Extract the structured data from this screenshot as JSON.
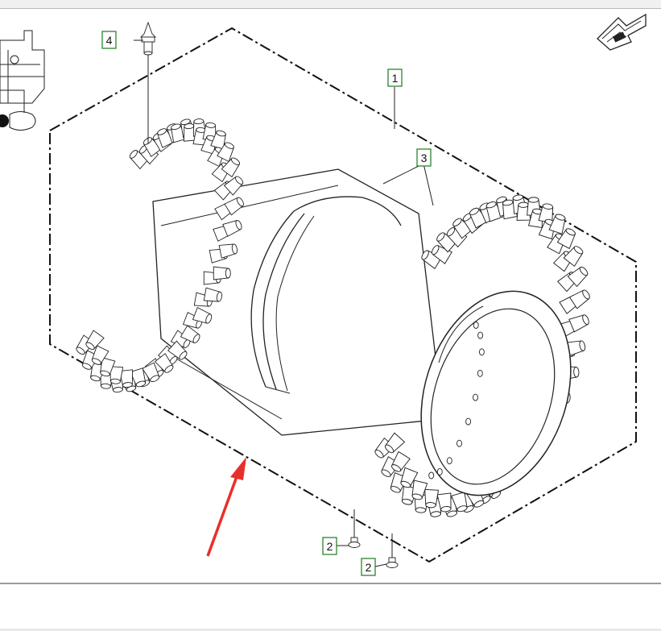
{
  "callouts": [
    {
      "id": "c1",
      "label": "1"
    },
    {
      "id": "c2a",
      "label": "2"
    },
    {
      "id": "c2b",
      "label": "2"
    },
    {
      "id": "c3",
      "label": "3"
    },
    {
      "id": "c4",
      "label": "4"
    }
  ],
  "colors": {
    "callout_border": "#1a7a1a",
    "arrow": "#e8302a",
    "line": "#222222"
  },
  "icons": {
    "nav": "navigate-arrow-icon",
    "thumbnail": "machine-thumbnail-icon"
  }
}
